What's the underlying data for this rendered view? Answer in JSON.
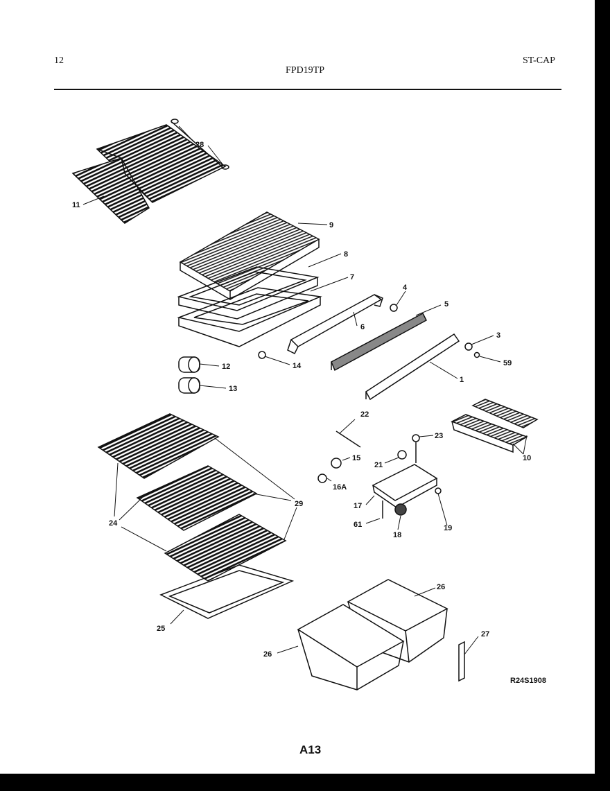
{
  "header": {
    "page_number": "12",
    "model": "FPD19TP",
    "section": "ST-CAP"
  },
  "footer": {
    "page_code": "A13",
    "drawing_code": "R24S1908"
  },
  "parts": {
    "p1": "1",
    "p3": "3",
    "p4": "4",
    "p5": "5",
    "p6": "6",
    "p7": "7",
    "p8": "8",
    "p9": "9",
    "p10": "10",
    "p11": "11",
    "p12": "12",
    "p13": "13",
    "p14": "14",
    "p15": "15",
    "p16a": "16A",
    "p17": "17",
    "p18": "18",
    "p19": "19",
    "p21": "21",
    "p22": "22",
    "p23": "23",
    "p24": "24",
    "p25": "25",
    "p26a": "26",
    "p26b": "26",
    "p27": "27",
    "p28": "28",
    "p29": "29",
    "p59": "59",
    "p61": "61"
  }
}
